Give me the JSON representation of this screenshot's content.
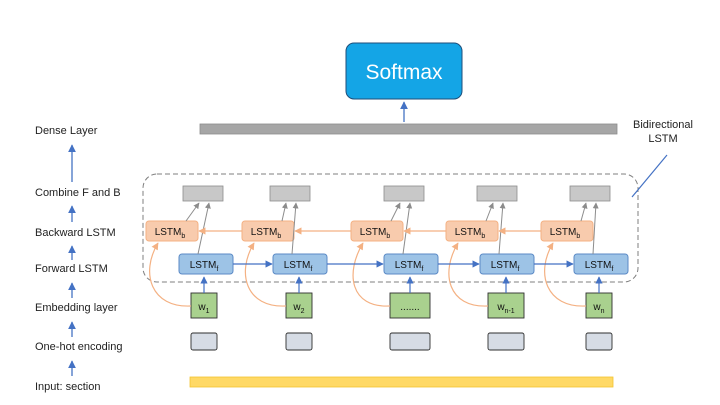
{
  "left_labels": {
    "dense": "Dense Layer",
    "combine": "Combine F and B",
    "backward": "Backward LSTM",
    "forward": "Forward LSTM",
    "embedding": "Embedding layer",
    "onehot": "One-hot encoding",
    "input": "Input: section"
  },
  "softmax": {
    "label": "Softmax"
  },
  "bidirectional": {
    "line1": "Bidirectional",
    "line2": "LSTM"
  },
  "cells": {
    "forward_main": "LSTM",
    "forward_sub": "f",
    "backward_main": "LSTM",
    "backward_sub": "b"
  },
  "embeddings": [
    {
      "main": "w",
      "sub": "1"
    },
    {
      "main": "w",
      "sub": "2"
    },
    {
      "main": ".......",
      "sub": ""
    },
    {
      "main": "w",
      "sub": "n-1"
    },
    {
      "main": "w",
      "sub": "n"
    }
  ],
  "colors": {
    "softmax_fill": "#14a5e6",
    "forward_fill": "#9dc3e6",
    "forward_stroke": "#5b8ac6",
    "backward_fill": "#f8cbad",
    "backward_stroke": "#f4b183",
    "embedding_fill": "#a9d18e",
    "embedding_stroke": "#2f2f2f",
    "onehot_fill": "#d6dce5",
    "input_fill": "#ffd966",
    "dense_fill": "#a6a6a6",
    "arrow_blue": "#4472c4",
    "arrow_orange": "#f4b183"
  }
}
